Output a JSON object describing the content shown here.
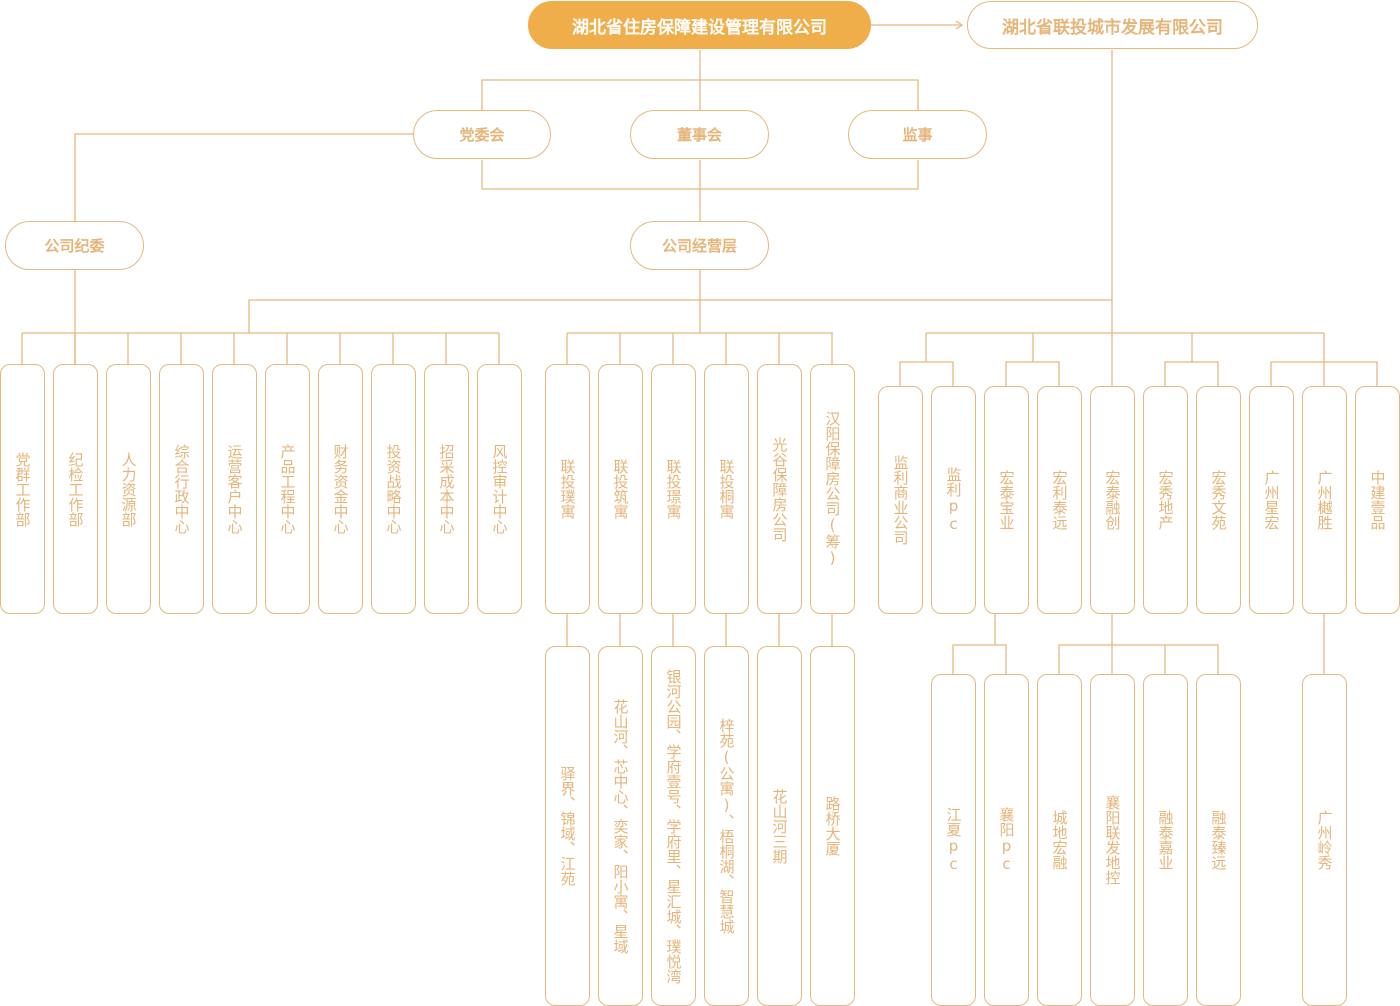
{
  "colors": {
    "primary": "#f0ae4a",
    "line": "#e3b97e",
    "text": "#e5b57a"
  },
  "top": {
    "main_company": "湖北省住房保障建设管理有限公司",
    "sub_company": "湖北省联投城市发展有限公司"
  },
  "governance": {
    "party_committee": "党委会",
    "board": "董事会",
    "supervisor": "监事",
    "discipline": "公司纪委",
    "management": "公司经营层"
  },
  "departments": [
    "党群工作部",
    "纪检工作部",
    "人力资源部",
    "综合行政中心",
    "运营客户中心",
    "产品工程中心",
    "财务资金中心",
    "投资战略中心",
    "招采成本中心",
    "风控审计中心"
  ],
  "apartment_units": [
    {
      "name": "联投璞寓",
      "projects": "驿界、锦域、江苑"
    },
    {
      "name": "联投筑寓",
      "projects": "花山河、芯中心、奕家、阳小寓、星域"
    },
    {
      "name": "联投璟寓",
      "projects": "银河公园、学府壹号、学府里、星汇城、璞悦湾"
    },
    {
      "name": "联投桐寓",
      "projects": "梓苑(公寓)、梧桐湖、智慧城"
    },
    {
      "name": "光谷保障房公司",
      "projects": "花山河三期"
    },
    {
      "name": "汉阳保障房公司(筹)",
      "projects": "路桥大厦"
    }
  ],
  "city_dev_units": [
    {
      "name": "监利商业公司"
    },
    {
      "name": "监利pc"
    },
    {
      "name": "宏泰宝业",
      "children": [
        "江夏pc",
        "襄阳pc"
      ]
    },
    {
      "name": "宏利泰远"
    },
    {
      "name": "宏泰融创",
      "children": [
        "城地宏融",
        "襄阳联发地控",
        "融泰嘉业",
        "融泰臻远"
      ]
    },
    {
      "name": "宏秀地产"
    },
    {
      "name": "宏秀文苑"
    },
    {
      "name": "广州星宏"
    },
    {
      "name": "广州樾胜",
      "children": [
        "广州岭秀"
      ]
    },
    {
      "name": "中建壹品"
    }
  ]
}
